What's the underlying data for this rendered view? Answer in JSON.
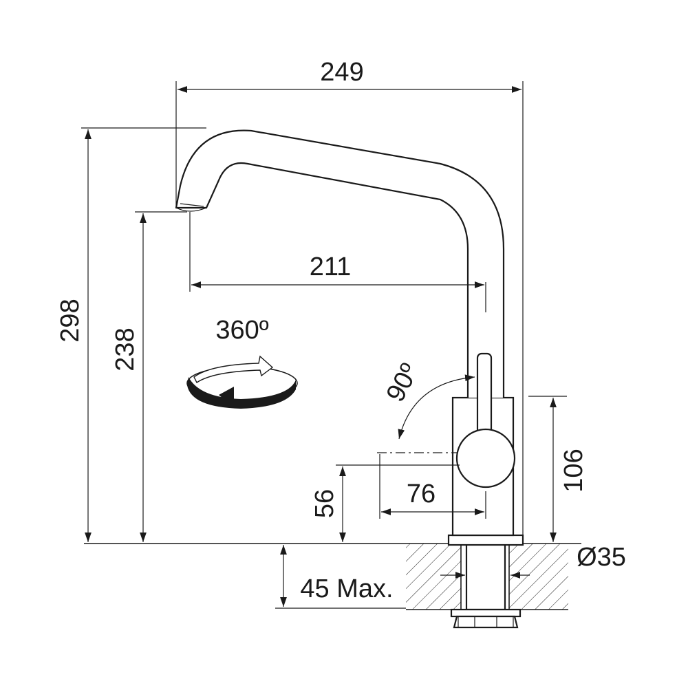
{
  "dimensions": {
    "width_total": "249",
    "height_total": "298",
    "spout_height": "238",
    "spout_reach": "211",
    "rotation": "360º",
    "lever_angle": "90º",
    "lever_reach": "76",
    "lever_height": "56",
    "body_height": "106",
    "hole_diameter": "Ø35",
    "deck_thickness": "45 Max."
  }
}
